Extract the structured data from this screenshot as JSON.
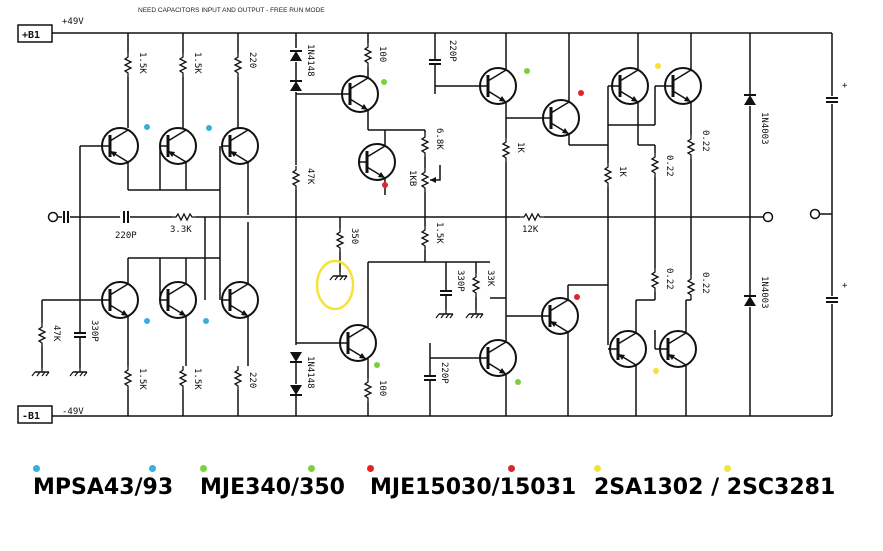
{
  "diagram": {
    "title": "NEED CAPACITORS INPUT AND OUTPUT - FREE RUN MODE",
    "rails": {
      "pos_label": "+B1",
      "pos_voltage": "+49V",
      "neg_label": "-B1",
      "neg_voltage": "-49V"
    },
    "resistors": {
      "r_top_1": "1.5K",
      "r_top_2": "1.5K",
      "r_top_3": "220",
      "r_top_vas": "100",
      "r_bias_47k": "47K",
      "r_vbe_6k8": "6.8K",
      "r_vbe_1k5": "1.5K",
      "r_trim": "1KB",
      "r_driver_top": "1K",
      "r_pre_top": "1K",
      "r_out_top_1": "0.22",
      "r_out_top_2": "0.22",
      "r_in_3k3": "3.3K",
      "r_fb_12k": "12K",
      "r_gnd_350": "350",
      "r_33k": "33K",
      "r_out_bot_1": "0.22",
      "r_out_bot_2": "0.22",
      "r_in_47k": "47K",
      "r_bot_1": "1.5K",
      "r_bot_2": "1.5K",
      "r_bot_3": "220",
      "r_bot_vas": "100"
    },
    "capacitors": {
      "c_top_miller": "220P",
      "c_in_220p": "220P",
      "c_in_330p": "330P",
      "c_mid_330p": "330P",
      "c_bot_miller": "220P"
    },
    "diodes": {
      "d_top": "1N4148",
      "d_bot": "1N4148",
      "d_clamp_top": "1N4003",
      "d_clamp_bot": "1N4003"
    },
    "polarity": {
      "plus_top": "+",
      "plus_bot": "+"
    },
    "highlight_color": "#f5e33a"
  },
  "legend": [
    {
      "label": "MPSA43/93",
      "color": "#3aaee0"
    },
    {
      "label": "MJE340/350",
      "color": "#7bd13b"
    },
    {
      "label": "MJE15030/15031",
      "color": "#e0242c"
    },
    {
      "label": "2SA1302 / 2SC3281",
      "color": "#f2e33a"
    }
  ]
}
